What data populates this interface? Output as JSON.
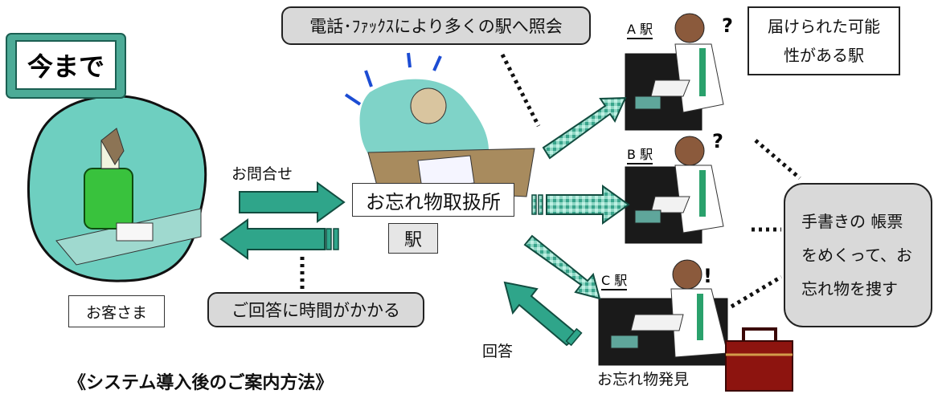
{
  "title_badge": "今まで",
  "top_callout": "電話･ﾌｧｯｸｽにより多くの駅へ照会",
  "top_right_box": {
    "line1": "届けられた可能",
    "line2": "性がある駅"
  },
  "inquiry_label": "お問合せ",
  "office_label": "お忘れ物取扱所",
  "station_label": "駅",
  "customer_label": "お客さま",
  "time_callout": "ご回答に時間がかかる",
  "answer_label": "回答",
  "found_label": "お忘れ物発見",
  "section_title": "《システム導入後のご案内方法》",
  "stations": [
    {
      "name": "A 駅",
      "mark": "?"
    },
    {
      "name": "B 駅",
      "mark": "?"
    },
    {
      "name": "C 駅",
      "mark": "!"
    }
  ],
  "right_callout": {
    "line1": "手書きの 帳票",
    "line2": "をめくって、お",
    "line3": "忘れ物を捜す"
  },
  "colors": {
    "arrow_fill": "#2fa58a",
    "teal": "#5fb5a4",
    "callout_gray": "#d9d9d9"
  }
}
